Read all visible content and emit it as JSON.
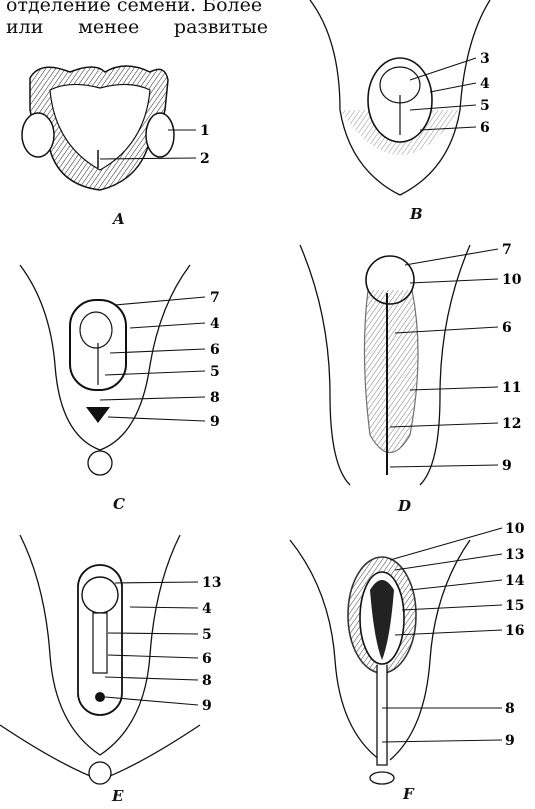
{
  "intro_text": {
    "line1": "отделение семени. Более",
    "line2": [
      "или",
      "менее",
      "развитые"
    ]
  },
  "panels": [
    {
      "id": "A",
      "caption": "A",
      "labels": [
        "1",
        "2"
      ]
    },
    {
      "id": "B",
      "caption": "B",
      "labels": [
        "3",
        "4",
        "5",
        "6"
      ]
    },
    {
      "id": "C",
      "caption": "C",
      "labels": [
        "7",
        "4",
        "6",
        "5",
        "8",
        "9"
      ]
    },
    {
      "id": "D",
      "caption": "D",
      "labels": [
        "7",
        "10",
        "6",
        "11",
        "12",
        "9"
      ]
    },
    {
      "id": "E",
      "caption": "E",
      "labels": [
        "13",
        "4",
        "5",
        "6",
        "8",
        "9"
      ]
    },
    {
      "id": "F",
      "caption": "F",
      "labels": [
        "10",
        "13",
        "14",
        "15",
        "16",
        "8",
        "9"
      ]
    }
  ]
}
